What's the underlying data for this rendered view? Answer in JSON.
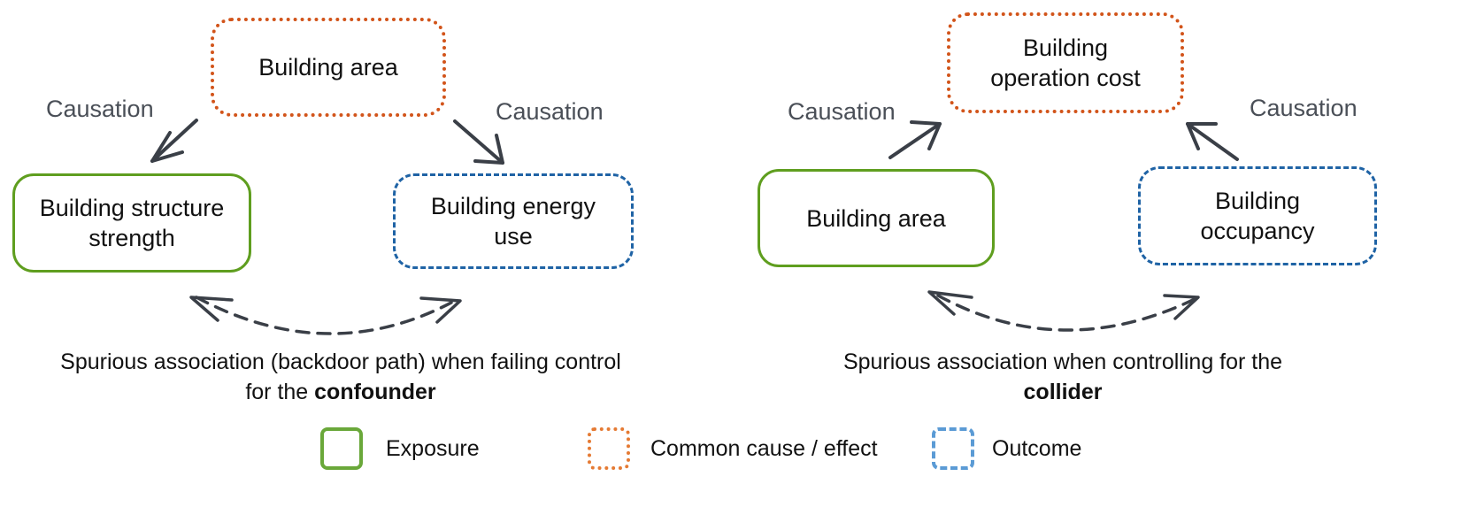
{
  "left": {
    "common_label": "Building area",
    "exposure_label": "Building structure strength",
    "outcome_label": "Building energy use",
    "causation_left": "Causation",
    "causation_right": "Causation",
    "caption_text": "Spurious association (backdoor path) when failing control for the",
    "caption_bold": "confounder"
  },
  "right": {
    "common_label": "Building operation cost",
    "exposure_label": "Building area",
    "outcome_label": "Building occupancy",
    "causation_left": "Causation",
    "causation_right": "Causation",
    "caption_text": "Spurious association when controlling for the",
    "caption_bold": "collider"
  },
  "legend": {
    "exposure": "Exposure",
    "common": "Common cause / effect",
    "outcome": "Outcome"
  },
  "colors": {
    "exposure": "#5f9e1f",
    "common": "#d2541a",
    "outcome": "#1f63a5",
    "arrow": "#3a3f47"
  }
}
